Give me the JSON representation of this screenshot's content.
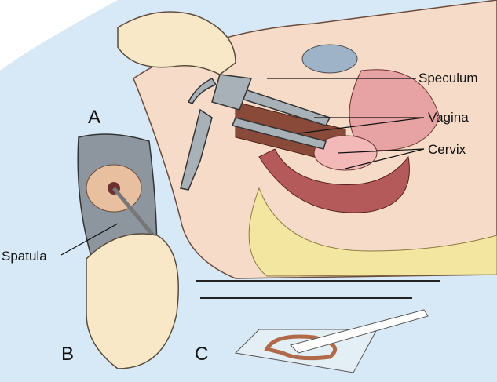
{
  "figure": {
    "panels": {
      "a": "A",
      "b": "B",
      "c": "C"
    },
    "labels": {
      "speculum": "Speculum",
      "vagina": "Vagina",
      "cervix": "Cervix",
      "spatula": "Spatula"
    },
    "colors": {
      "background": "#d7e9f6",
      "skin": "#f6dcc8",
      "tissue": "#c96a6a",
      "fat": "#f2e6a0",
      "instrument": "#8d969e"
    }
  }
}
